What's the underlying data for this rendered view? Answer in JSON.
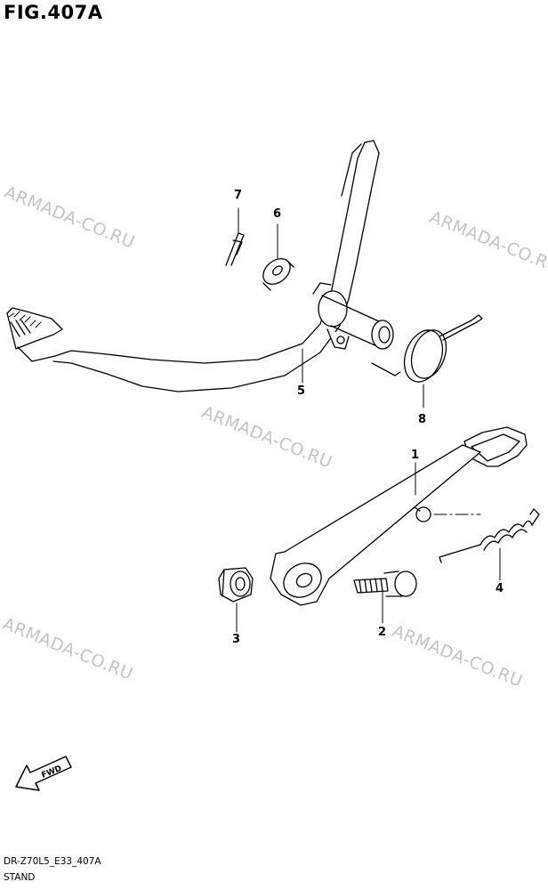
{
  "figure": {
    "title": "FIG.407A",
    "code": "DR-Z70L5_E33_407A",
    "name": "STAND"
  },
  "watermark": "ARMADA-CO.RU",
  "callouts": [
    {
      "id": "part-1",
      "number": "1"
    },
    {
      "id": "part-2",
      "number": "2"
    },
    {
      "id": "part-3",
      "number": "3"
    },
    {
      "id": "part-4",
      "number": "4"
    },
    {
      "id": "part-5",
      "number": "5"
    },
    {
      "id": "part-6",
      "number": "6"
    },
    {
      "id": "part-7",
      "number": "7"
    },
    {
      "id": "part-8",
      "number": "8"
    }
  ],
  "fwd_label": "FWD"
}
